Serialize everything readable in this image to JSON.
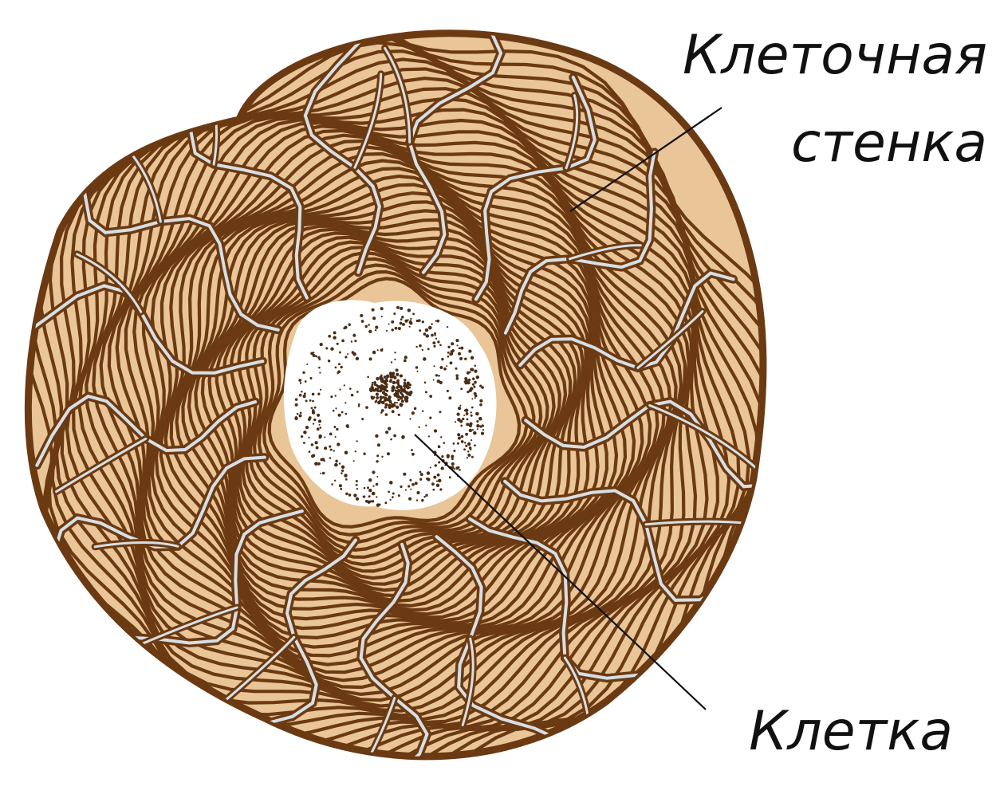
{
  "labels": {
    "cell_wall_line1": "Клеточная",
    "cell_wall_line2": "стенка",
    "cell": "Клетка"
  },
  "colors": {
    "wood_fill": "#e9c597",
    "wall_line": "#6b3a12",
    "cavity": "#ffffff",
    "cytoplasm_dots": "#4a2c14",
    "pit_highlight": "#d7dfe4"
  }
}
